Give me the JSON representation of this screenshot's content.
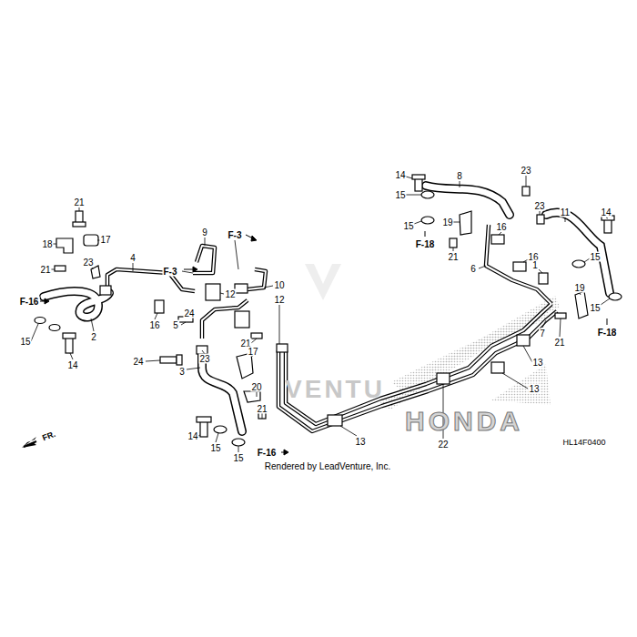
{
  "diagram": {
    "labels": [
      "21",
      "18",
      "17",
      "21",
      "23",
      "4",
      "9",
      "F-3",
      "F-3",
      "10",
      "12",
      "12",
      "F-16",
      "15",
      "2",
      "14",
      "16",
      "5",
      "24",
      "21",
      "24",
      "23",
      "3",
      "17",
      "20",
      "21",
      "14",
      "15",
      "15",
      "F-16",
      "Rendered by LeadVenture, Inc.",
      "14",
      "8",
      "23",
      "15",
      "15",
      "19",
      "F-18",
      "16",
      "21",
      "23",
      "11",
      "14",
      "16",
      "6",
      "1",
      "15",
      "19",
      "15",
      "F-18",
      "7",
      "21",
      "13",
      "13",
      "13",
      "22",
      "HL14F0400",
      "FR.",
      "HONDA",
      "VENTU"
    ]
  }
}
